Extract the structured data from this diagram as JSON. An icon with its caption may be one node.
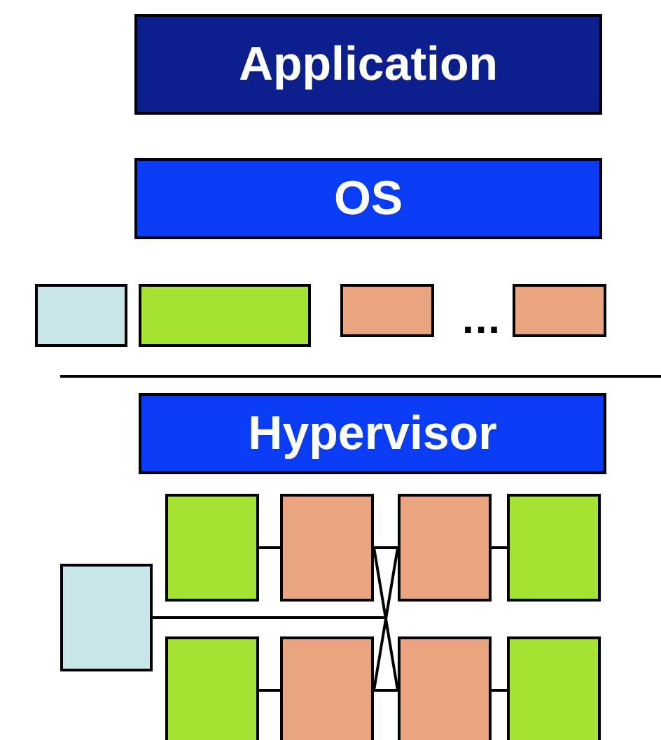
{
  "diagram": {
    "nodes": [
      {
        "text": [
          "Application"
        ]
      },
      {
        "text": [
          "OS"
        ]
      },
      {
        "text": [],
        "shape": "box"
      },
      {
        "text": [],
        "shape": "box"
      },
      {
        "text": [],
        "shape": "box"
      },
      {
        "text": [],
        "shape": "box"
      },
      {
        "text": [
          "Hypervisor"
        ]
      },
      {
        "text": [],
        "shape": "box"
      },
      {
        "text": [],
        "shape": "box"
      },
      {
        "text": [],
        "shape": "box"
      },
      {
        "text": [],
        "shape": "box"
      },
      {
        "text": [],
        "shape": "box"
      },
      {
        "text": [],
        "shape": "box"
      },
      {
        "text": [],
        "shape": "box"
      },
      {
        "text": [],
        "shape": "box"
      },
      {
        "text": [],
        "shape": "box"
      }
    ],
    "edges": [
      {
        "from": 8,
        "to": 9,
        "arrow": "none"
      },
      {
        "from": 9,
        "to": 10,
        "arrow": "none"
      },
      {
        "from": 10,
        "to": 11,
        "arrow": "none"
      },
      {
        "from": 12,
        "to": 13,
        "arrow": "none"
      },
      {
        "from": 13,
        "to": 14,
        "arrow": "none"
      },
      {
        "from": 14,
        "to": 15,
        "arrow": "none"
      },
      {
        "from": 9,
        "to": 14,
        "arrow": "none"
      },
      {
        "from": 10,
        "to": 13,
        "arrow": "none"
      },
      {
        "from": 7,
        "to": null,
        "arrow": "none"
      }
    ],
    "labels": [
      "..."
    ]
  }
}
